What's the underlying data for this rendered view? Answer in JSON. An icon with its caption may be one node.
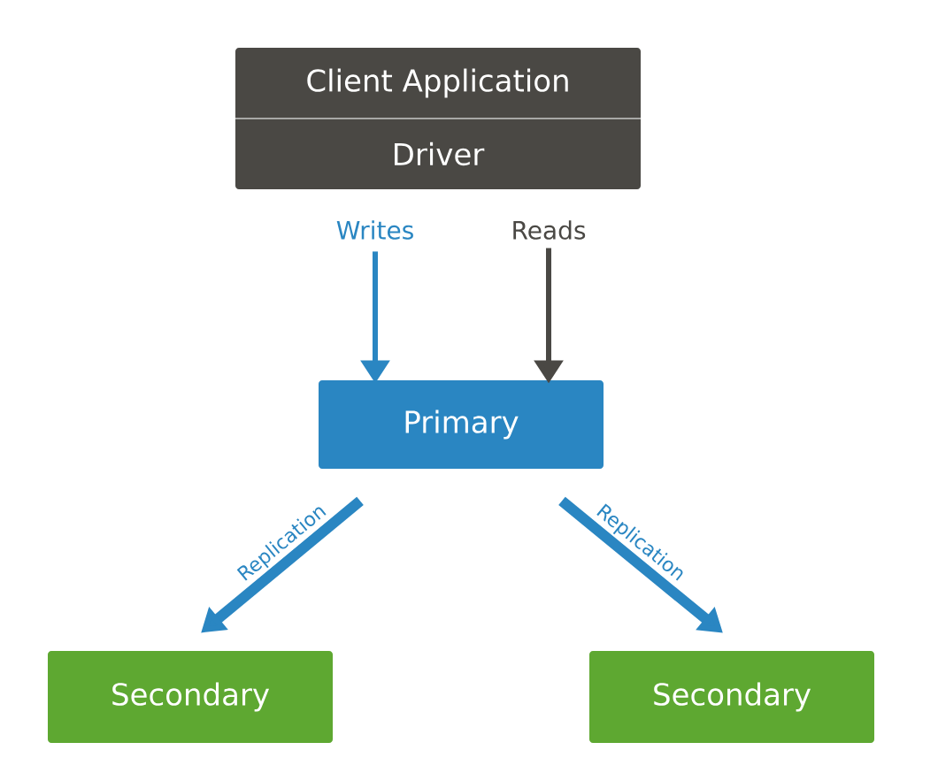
{
  "diagram": {
    "nodes": [
      {
        "text": [
          "Client Application",
          "Driver"
        ]
      },
      {
        "text": [
          "Primary"
        ]
      },
      {
        "text": [
          "Secondary"
        ]
      },
      {
        "text": [
          "Secondary"
        ]
      }
    ],
    "edges": [
      {
        "from": 0,
        "to": 1,
        "arrow": "to",
        "label": "Writes"
      },
      {
        "from": 0,
        "to": 1,
        "arrow": "to",
        "label": "Reads",
        "color": "#4a4844"
      },
      {
        "from": 1,
        "to": 2,
        "arrow": "to",
        "label": "Replication",
        "style": "thick"
      },
      {
        "from": 1,
        "to": 3,
        "arrow": "to",
        "label": "Replication",
        "style": "thick"
      }
    ]
  }
}
